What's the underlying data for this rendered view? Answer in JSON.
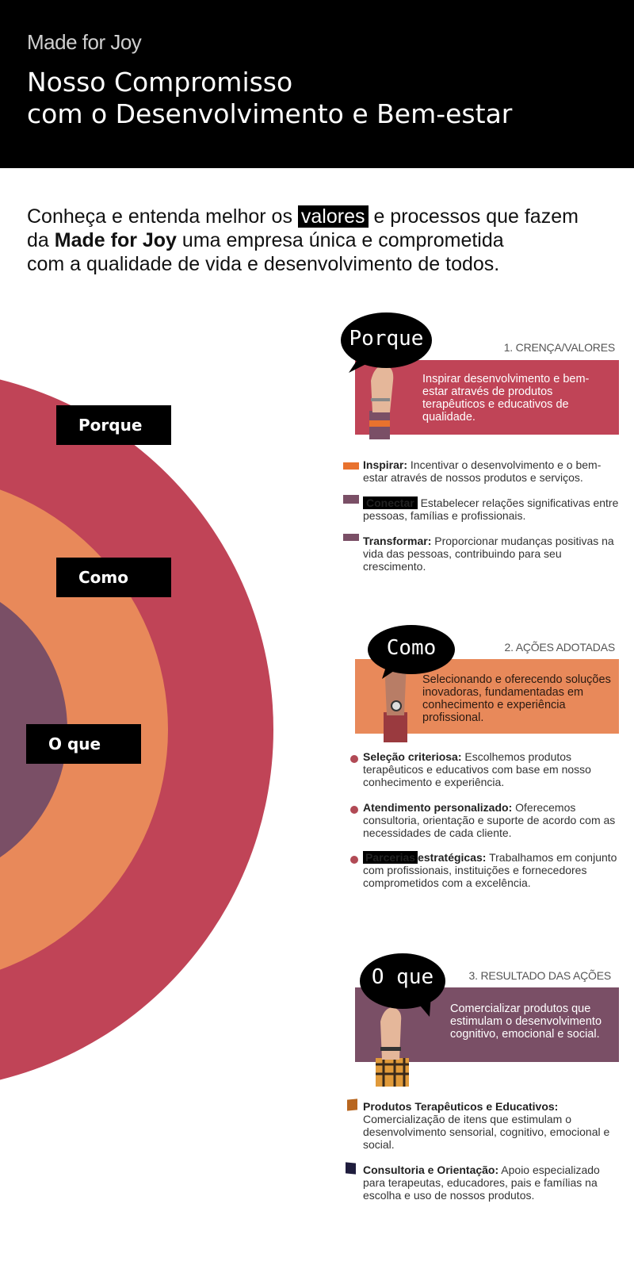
{
  "header": {
    "brand": "Made for Joy",
    "title_line1": "Nosso Compromisso",
    "title_line2": "com o Desenvolvimento e Bem-estar"
  },
  "intro": {
    "part1": "Conheça e entenda melhor os",
    "highlight": "valores",
    "part2": "e processos que fazem",
    "part3": "da",
    "brand_bold": "Made for Joy",
    "part4": "uma empresa única e comprometida",
    "part5": "com a qualidade de vida e desenvolvimento de todos."
  },
  "rings": {
    "labels": [
      "Porque",
      "Como",
      "O que"
    ],
    "colors": {
      "outer": "#c04457",
      "middle": "#e8895a",
      "inner": "#7a4f66"
    }
  },
  "sections": [
    {
      "bubble": "Porque",
      "tag": "1. CRENÇA/VALORES",
      "band_text": "Inspirar desenvolvimento e bem-estar através de produtos terapêuticos e  educativos de qualidade.",
      "band_color": "#c04457",
      "items": [
        {
          "bold": "Inspirar:",
          "text": "Incentivar o desenvolvimento e o bem-estar através de nossos produtos e serviços.",
          "bullet_color": "#e8722e",
          "bullet": "flag"
        },
        {
          "bold": "Conectar",
          "text": "Estabelecer relações significativas entre pessoas, famílias e profissionais.",
          "bullet_color": "#7a4f66",
          "bullet": "flag",
          "highlight": true
        },
        {
          "bold": "Transformar:",
          "text": "Proporcionar mudanças positivas na vida das pessoas, contribuindo para seu crescimento.",
          "bullet_color": "#7a4f66",
          "bullet": "flag"
        }
      ]
    },
    {
      "bubble": "Como",
      "tag": "2. AÇÕES ADOTADAS",
      "band_text": "Selecionando e oferecendo soluções inovadoras, fundamentadas em conhecimento e experiência profissional.",
      "band_color": "#e8895a",
      "items": [
        {
          "bold": "Seleção criteriosa:",
          "text": "Escolhemos produtos terapêuticos e educativos com base em nosso conhecimento e experiência.",
          "bullet_color": "#b14a55",
          "bullet": "dot"
        },
        {
          "bold": "Atendimento personalizado:",
          "text": "Oferecemos consultoria, orientação e suporte de acordo com as necessidades de cada cliente.",
          "bullet_color": "#b14a55",
          "bullet": "dot"
        },
        {
          "bold": "Parcerias",
          "bold2": "estratégicas:",
          "text": "Trabalhamos em conjunto com profissionais, instituições e fornecedores comprometidos com a excelência.",
          "bullet_color": "#b14a55",
          "bullet": "dot",
          "highlight": true
        }
      ]
    },
    {
      "bubble": "O que",
      "tag": "3. RESULTADO DAS AÇÕES",
      "band_text": "Comercializar produtos que estimulam o desenvolvimento cognitivo, emocional e social.",
      "band_color": "#7a4f66",
      "items": [
        {
          "bold": "Produtos Terapêuticos e Educativos:",
          "text": "Comercialização de itens que estimulam o desenvolvimento sensorial, cognitivo, emocional e social.",
          "bullet_color": "#b8661f",
          "bullet": "square"
        },
        {
          "bold": "Consultoria e Orientação:",
          "text": "Apoio especializado para terapeutas, educadores, pais e famílias na escolha e uso de nossos produtos.",
          "bullet_color": "#1f1d3d",
          "bullet": "square"
        }
      ]
    }
  ]
}
